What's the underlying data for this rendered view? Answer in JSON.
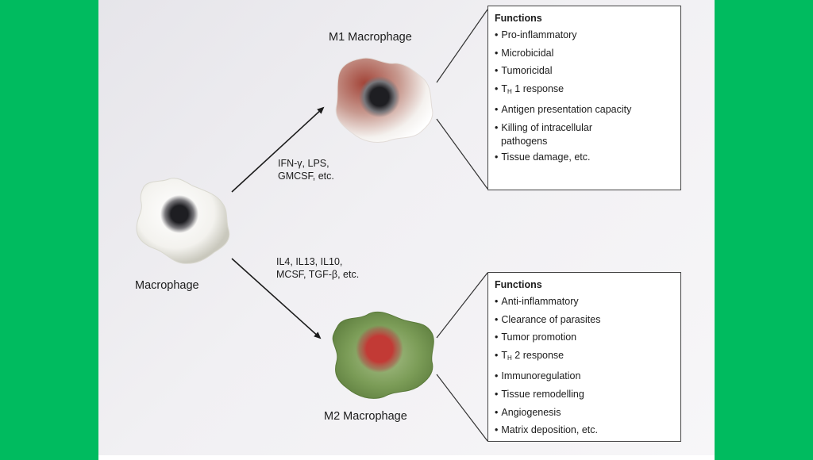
{
  "labels": {
    "macrophage": "Macrophage",
    "m1": "M1 Macrophage",
    "m2": "M2 Macrophage",
    "m1_stimuli_line1": "IFN-γ, LPS,",
    "m1_stimuli_line2": "GMCSF, etc.",
    "m2_stimuli_line1": "IL4, IL13, IL10,",
    "m2_stimuli_line2": "MCSF, TGF-β, etc."
  },
  "m1_box": {
    "heading": "Functions",
    "items": [
      "Pro-inflammatory",
      "Microbicidal",
      "Tumoricidal",
      "T",
      "Antigen presentation capacity",
      "Killing of intracellular",
      "pathogens",
      "Tissue damage, etc."
    ],
    "th_sub": "H",
    "th_rest": " 1 response"
  },
  "m2_box": {
    "heading": "Functions",
    "items": [
      "Anti-inflammatory",
      "Clearance of parasites",
      "Tumor promotion",
      "T",
      "Immunoregulation",
      "Tissue remodelling",
      "Angiogenesis",
      "Matrix deposition, etc."
    ],
    "th_sub": "H",
    "th_rest": " 2 response"
  },
  "bullet": "•",
  "colors": {
    "background": "#00bb5f",
    "panel": "#eeedf1",
    "m1_tint": "#b44a3e",
    "m2_body": "#7fa05a",
    "m2_nucleus": "#c23a35",
    "nucleus_dark": "#1e1e22"
  }
}
